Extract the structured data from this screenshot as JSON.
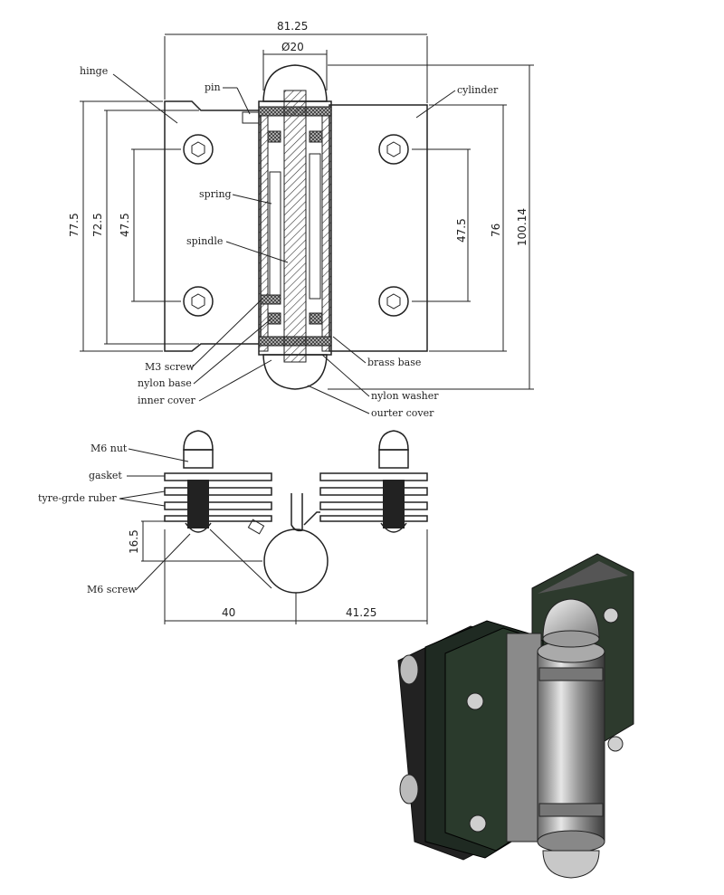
{
  "dimensions": {
    "overall_width": "81.25",
    "cylinder_dia": "Ø20",
    "height_left_outer": "77.5",
    "height_left_mid": "72.5",
    "hole_spacing_left": "47.5",
    "hole_spacing_right": "47.5",
    "height_right_mid": "76",
    "height_right_outer": "100.14",
    "clamp_height": "16.5",
    "left_offset": "40",
    "right_offset": "41.25"
  },
  "labels": {
    "hinge": "hinge",
    "pin": "pin",
    "cylinder": "cylinder",
    "spring": "spring",
    "spindle": "spindle",
    "m3_screw": "M3 screw",
    "nylon_base": "nylon base",
    "inner_cover": "inner cover",
    "brass_base": "brass base",
    "nylon_washer": "nylon washer",
    "outer_cover": "ourter cover",
    "m6_nut": "M6 nut",
    "gasket": "gasket",
    "tyre_rubber": "tyre-grde ruber",
    "m6_screw": "M6 screw"
  }
}
